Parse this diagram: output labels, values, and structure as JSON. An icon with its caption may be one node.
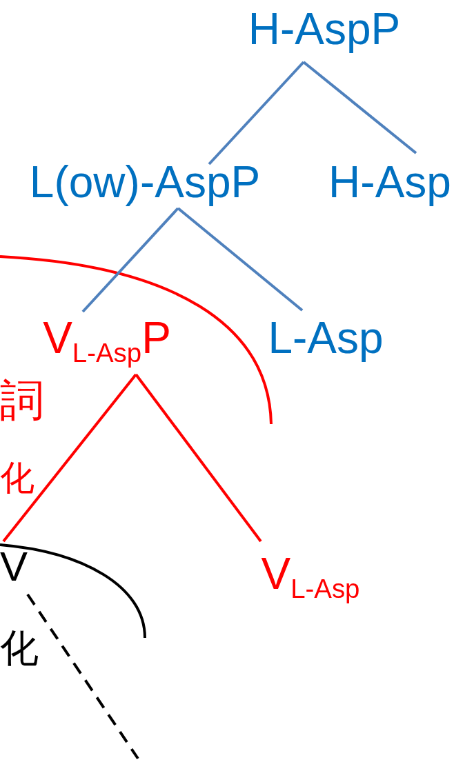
{
  "diagram": {
    "nodes": [
      {
        "text": [
          "H-AspP"
        ]
      },
      {
        "text": [
          "L(ow)-AspP"
        ]
      },
      {
        "text": [
          "H-Asp"
        ]
      },
      {
        "text": [
          "V$_{L-Asp}$P"
        ]
      },
      {
        "text": [
          "L-Asp"
        ]
      },
      {
        "text": [
          "V$_{L-Asp}$"
        ]
      },
      {
        "text": [
          "V"
        ]
      }
    ],
    "edges": [
      {
        "from": 0,
        "to": 1,
        "arrow": "none"
      },
      {
        "from": 0,
        "to": 2,
        "arrow": "none"
      },
      {
        "from": 1,
        "to": 3,
        "arrow": "none"
      },
      {
        "from": 1,
        "to": 4,
        "arrow": "none"
      },
      {
        "from": 3,
        "to": 5,
        "arrow": "none",
        "color": "#ff0000"
      },
      {
        "from": 3,
        "to": 6,
        "arrow": "none",
        "color": "#ff0000"
      },
      {
        "from": 6,
        "to": null,
        "arrow": "none",
        "style": "dashed",
        "color": "#000000"
      }
    ],
    "labels": [
      "詞",
      "化",
      "化"
    ]
  }
}
